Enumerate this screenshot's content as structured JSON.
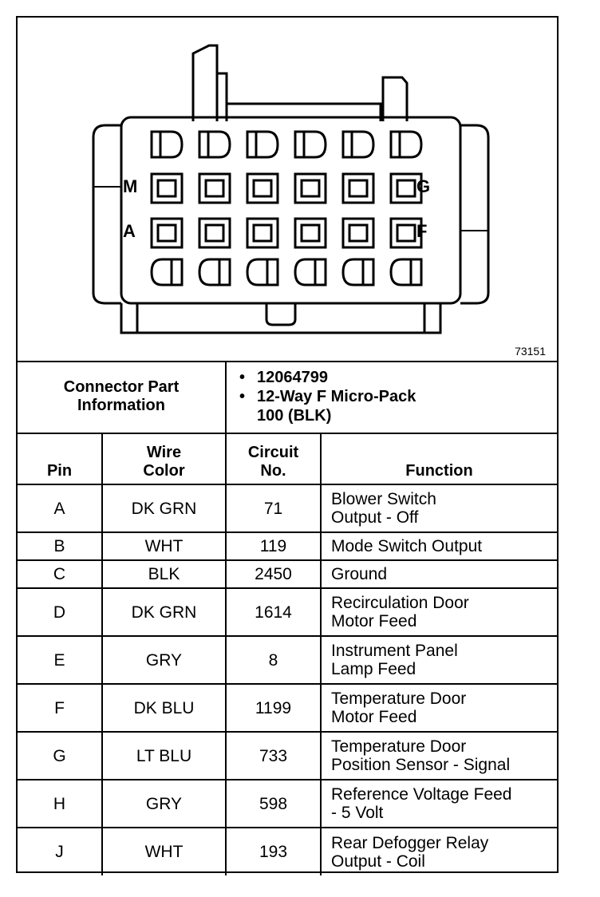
{
  "figure": {
    "number": "73151",
    "top_pin_labels": [
      "M",
      "G"
    ],
    "bottom_pin_labels": [
      "A",
      "F"
    ]
  },
  "connector_info": {
    "label_line1": "Connector Part",
    "label_line2": "Information",
    "part_number": "12064799",
    "desc_line1": "12-Way F Micro-Pack",
    "desc_line2": "100 (BLK)"
  },
  "headers": {
    "pin": "Pin",
    "wire_color_1": "Wire",
    "wire_color_2": "Color",
    "circuit_1": "Circuit",
    "circuit_2": "No.",
    "function": "Function"
  },
  "rows": [
    {
      "pin": "A",
      "color": "DK GRN",
      "circuit": "71",
      "f1": "Blower Switch",
      "f2": "Output - Off"
    },
    {
      "pin": "B",
      "color": "WHT",
      "circuit": "119",
      "f1": "Mode Switch Output",
      "f2": ""
    },
    {
      "pin": "C",
      "color": "BLK",
      "circuit": "2450",
      "f1": "Ground",
      "f2": ""
    },
    {
      "pin": "D",
      "color": "DK GRN",
      "circuit": "1614",
      "f1": "Recirculation Door",
      "f2": "Motor Feed"
    },
    {
      "pin": "E",
      "color": "GRY",
      "circuit": "8",
      "f1": "Instrument Panel",
      "f2": "Lamp Feed"
    },
    {
      "pin": "F",
      "color": "DK BLU",
      "circuit": "1199",
      "f1": "Temperature Door",
      "f2": "Motor Feed"
    },
    {
      "pin": "G",
      "color": "LT BLU",
      "circuit": "733",
      "f1": "Temperature Door",
      "f2": "Position Sensor - Signal"
    },
    {
      "pin": "H",
      "color": "GRY",
      "circuit": "598",
      "f1": "Reference Voltage Feed",
      "f2": "- 5 Volt"
    },
    {
      "pin": "J",
      "color": "WHT",
      "circuit": "193",
      "f1": "Rear Defogger Relay",
      "f2": "Output - Coil"
    }
  ]
}
